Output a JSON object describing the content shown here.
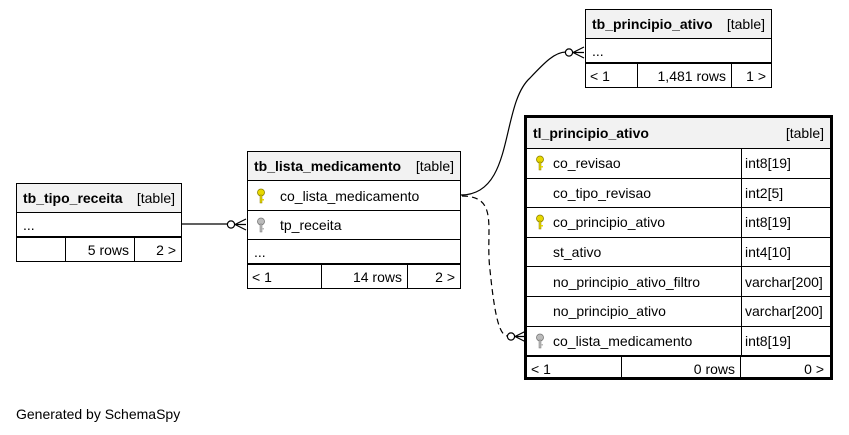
{
  "tables": {
    "tb_tipo_receita": {
      "name": "tb_tipo_receita",
      "kind": "[table]",
      "ellipsis": "...",
      "footer": {
        "prev": "",
        "rows": "5 rows",
        "next": "2 >"
      }
    },
    "tb_lista_medicamento": {
      "name": "tb_lista_medicamento",
      "kind": "[table]",
      "columns": [
        {
          "name": "co_lista_medicamento",
          "key": "primary"
        },
        {
          "name": "tp_receita",
          "key": "foreign"
        }
      ],
      "ellipsis": "...",
      "footer": {
        "prev": "< 1",
        "rows": "14 rows",
        "next": "2 >"
      }
    },
    "tb_principio_ativo": {
      "name": "tb_principio_ativo",
      "kind": "[table]",
      "ellipsis": "...",
      "footer": {
        "prev": "< 1",
        "rows": "1,481 rows",
        "next": "1 >"
      }
    },
    "tl_principio_ativo": {
      "name": "tl_principio_ativo",
      "kind": "[table]",
      "columns": [
        {
          "name": "co_revisao",
          "type": "int8[19]",
          "key": "primary"
        },
        {
          "name": "co_tipo_revisao",
          "type": "int2[5]",
          "key": ""
        },
        {
          "name": "co_principio_ativo",
          "type": "int8[19]",
          "key": "primary"
        },
        {
          "name": "st_ativo",
          "type": "int4[10]",
          "key": ""
        },
        {
          "name": "no_principio_ativo_filtro",
          "type": "varchar[200]",
          "key": ""
        },
        {
          "name": "no_principio_ativo",
          "type": "varchar[200]",
          "key": ""
        },
        {
          "name": "co_lista_medicamento",
          "type": "int8[19]",
          "key": "foreign"
        }
      ],
      "footer": {
        "prev": "< 1",
        "rows": "0 rows",
        "next": "0 >"
      }
    }
  },
  "generated_by": "Generated by SchemaSpy",
  "colors": {
    "primary_key": "#e8d800",
    "foreign_key": "#aaaaaa",
    "header_bg": "#f2f2f2"
  },
  "icons": {
    "primary_key": "key-icon",
    "foreign_key": "key-icon"
  }
}
